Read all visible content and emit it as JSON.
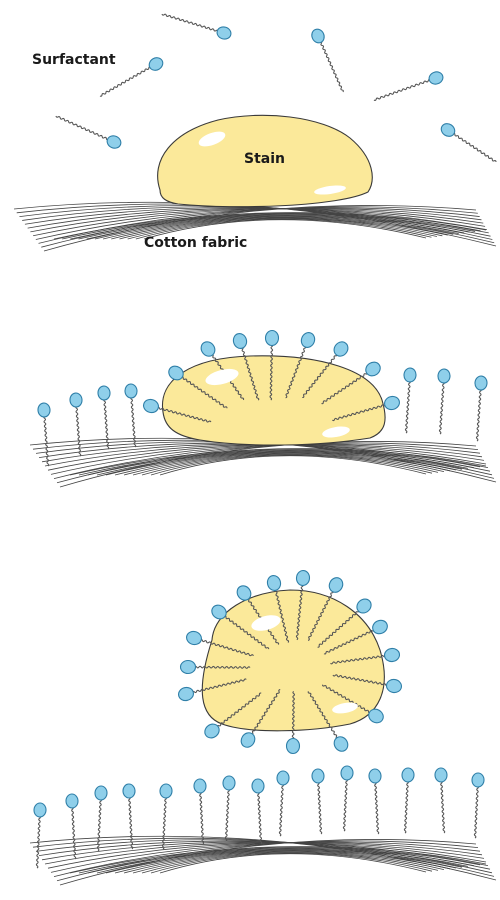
{
  "labels": {
    "surfactant": "Surfactant",
    "stain": "Stain",
    "fabric": "Cotton fabric"
  },
  "colors": {
    "stain_fill": "#fbe99a",
    "head_fill": "#8fcfea",
    "head_stroke": "#2f7fa8"
  }
}
